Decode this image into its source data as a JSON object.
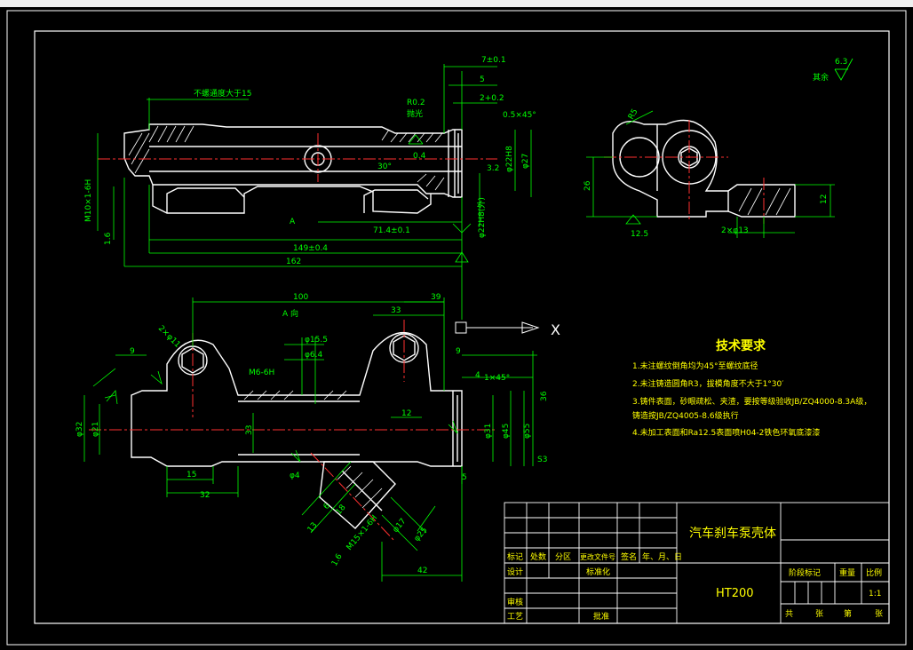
{
  "colors": {
    "background": "#000000",
    "outline": "#ffffff",
    "centerline": "#ff3030",
    "dimension": "#00ff00",
    "text": "#00ff00",
    "title": "#ffff00",
    "hatch": "#ffffff"
  },
  "dims": {
    "thread_limit": "不螺通度大于15",
    "d_7": "7±0.1",
    "d_5": "5",
    "d_2": "2+0.2",
    "r02": "R0.2",
    "polish": "抛光",
    "chamfer_05": "0.5×45°",
    "m10": "M10×1-6H",
    "angle30": "30°",
    "r04": "0.4",
    "d32": "3.2",
    "d22": "φ22H8",
    "d27": "φ27",
    "d_a": "A",
    "d_714": "71.4±0.1",
    "d_d22b": "φ22H8(外)",
    "d_16": "1.6",
    "d_149": "149±0.4",
    "d_162": "162",
    "d_100": "100",
    "d_39": "39",
    "d_33": "33",
    "a_view": "A 向",
    "d_2x11": "2×φ11",
    "d_155": "φ15.5",
    "d_9a": "9",
    "d_64": "φ6.4",
    "d_m6": "M6-6H",
    "d_9b": "9",
    "d_4a": "4",
    "d_chamfer1": "1×45°",
    "d_36": "36",
    "d_12": "12",
    "d_32v": "φ32",
    "d_21": "φ21",
    "d_33v": "33",
    "d_31": "φ31",
    "d_45": "φ45",
    "d_55": "φ55",
    "d_s3": "S3",
    "d_4b": "φ4",
    "d_15": "15",
    "d_32": "32",
    "d_13": "13",
    "d_18": "18",
    "d_6": "6",
    "d_m15": "M15×1-6H",
    "d_17": "φ17",
    "d_25": "φ25",
    "d_16b": "1.6",
    "d_42": "42",
    "x_label": "X",
    "side_r": "R5",
    "side_26": "26",
    "side_125": "12.5",
    "side_2x13": "2×φ13",
    "side_12": "12",
    "surface_label": "其余",
    "surface_value": "6.3"
  },
  "tech": {
    "title": "技术要求",
    "lines": [
      "1.未注螺纹倒角均为45°至螺纹底径",
      "2.未注铸造圆角R3，拔模角度不大于1°30′",
      "3.铸件表面，砂眼疏松、夹渣，要按等级验收JB/ZQ4000-8.3A级，",
      "  铸造按JB/ZQ4005-8.6级执行",
      "4.未加工表面和Ra12.5表面喷H04-2铁色环氧底漆漆"
    ]
  },
  "title_block": {
    "part_name": "汽车刹车泵壳体",
    "material": "HT200",
    "row_labels": [
      "标记",
      "处数",
      "分区",
      "更改文件号",
      "签名",
      "年、月、日"
    ],
    "design": "设计",
    "standardize": "标准化",
    "review": "审核",
    "process": "工艺",
    "approve": "批准",
    "stage": "阶段标记",
    "weight": "重量",
    "scale_label": "比例",
    "scale_value": "1:1",
    "sheet_total": "共",
    "sheet_total_unit": "张",
    "sheet_num": "第",
    "sheet_num_unit": "张"
  }
}
